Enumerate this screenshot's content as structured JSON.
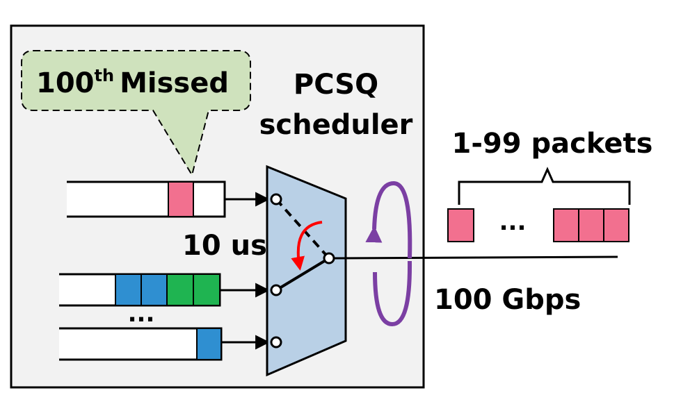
{
  "callout": {
    "number": "100",
    "superscript": "th",
    "word": "Missed",
    "fill": "#cfe2bd"
  },
  "scheduler": {
    "line1": "PCSQ",
    "line2": "scheduler",
    "fill": "#b9d0e6"
  },
  "labels": {
    "interval": "10 us",
    "queue_ellipsis": "...",
    "packets_ellipsis": "...",
    "packets": "1-99 packets",
    "rate": "100 Gbps"
  },
  "colors": {
    "box_background": "#f2f2f2",
    "pink_packet": "#f2708f",
    "blue_packet": "#2f8fd1",
    "green_packet": "#1fb451",
    "rotation_arrow": "#7b3fa3",
    "switch_arrow": "#ff0000"
  },
  "icons": {
    "rotation": "counterclockwise-rotation-arrow-icon",
    "switch": "curved-switch-arrow-icon"
  }
}
